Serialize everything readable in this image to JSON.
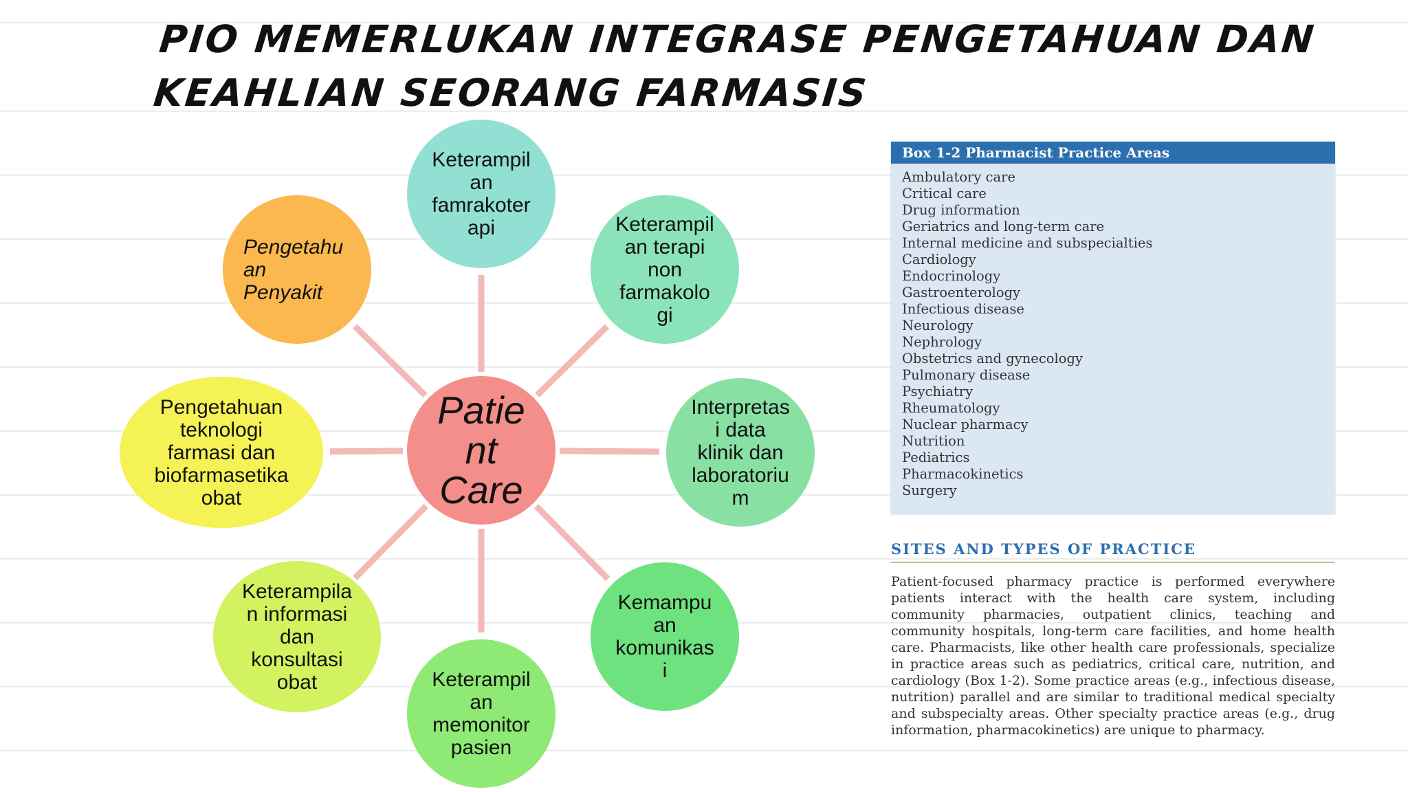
{
  "title": {
    "line1": "PIO Memerlukan integrase pengetahuan dan",
    "line2": "keahlian seorang farmasis"
  },
  "diagram": {
    "center": {
      "lines": [
        "Patie",
        "nt",
        "Care"
      ],
      "color": "#f48e8a"
    },
    "link_color": "#f2b9b6",
    "nodes": [
      {
        "id": "keterampilan-farmakoterapi",
        "lines": [
          "Keterampil",
          "an",
          "famrakoter",
          "api"
        ],
        "color": "#92e0d3"
      },
      {
        "id": "keterampilan-terapi-non-farmakologi",
        "lines": [
          "Keterampil",
          "an terapi",
          "non",
          "farmakolo",
          "gi"
        ],
        "color": "#8be3b9"
      },
      {
        "id": "interpretasi-data",
        "lines": [
          "Interpretas",
          "i data",
          "klinik dan",
          "laboratoriu",
          "m"
        ],
        "color": "#88e1a3"
      },
      {
        "id": "kemampuan-komunikasi",
        "lines": [
          "Kemampu",
          "an",
          "komunikas",
          "i"
        ],
        "color": "#6ee27f"
      },
      {
        "id": "keterampilan-memonitor",
        "lines": [
          "Keterampil",
          "an",
          "memonitor",
          "pasien"
        ],
        "color": "#8eea74"
      },
      {
        "id": "keterampilan-informasi",
        "lines": [
          "Keterampila",
          "n informasi",
          "dan",
          "konsultasi",
          "obat"
        ],
        "color": "#d2f25f"
      },
      {
        "id": "pengetahuan-teknologi",
        "lines": [
          "Pengetahuan",
          "teknologi",
          "farmasi dan",
          "biofarmasetika",
          "obat"
        ],
        "color": "#f4f255"
      },
      {
        "id": "pengetahuan-penyakit",
        "lines": [
          "Pengetahu",
          "an",
          "Penyakit"
        ],
        "color": "#fbb84e"
      }
    ]
  },
  "box": {
    "title": "Box 1-2  Pharmacist Practice Areas",
    "header_color": "#2c6fae",
    "items": [
      "Ambulatory care",
      "Critical care",
      "Drug information",
      "Geriatrics and long-term care",
      "Internal medicine and subspecialties",
      "Cardiology",
      "Endocrinology",
      "Gastroenterology",
      "Infectious disease",
      "Neurology",
      "Nephrology",
      "Obstetrics and gynecology",
      "Pulmonary disease",
      "Psychiatry",
      "Rheumatology",
      "Nuclear pharmacy",
      "Nutrition",
      "Pediatrics",
      "Pharmacokinetics",
      "Surgery"
    ]
  },
  "section": {
    "heading": "SITES AND TYPES OF PRACTICE",
    "paragraph": "Patient-focused pharmacy practice is performed everywhere patients interact with the health care system, including community pharmacies, outpatient clinics, teaching and community hospitals, long-term care facilities, and home health care. Pharmacists, like other health care professionals, specialize in practice areas such as pediatrics, critical care, nutrition, and cardiology (Box 1-2). Some practice areas (e.g., infectious disease, nutrition) parallel and are similar to traditional medical specialty and subspecialty areas. Other specialty practice areas (e.g., drug information, pharmacokinetics) are unique to pharmacy."
  }
}
